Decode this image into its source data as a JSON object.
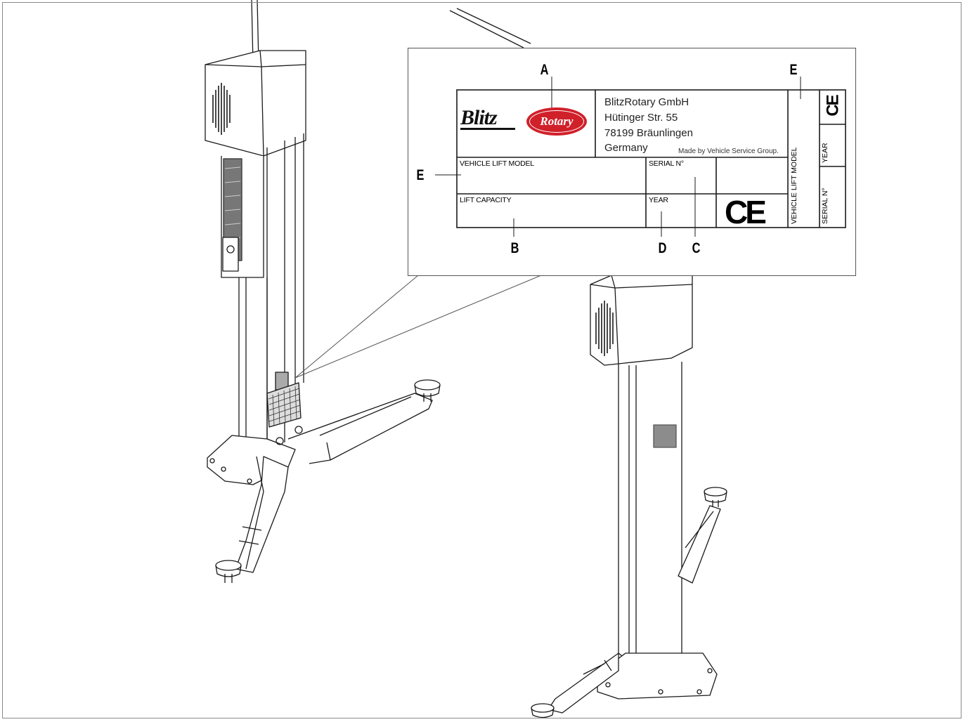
{
  "plate": {
    "company": "BlitzRotary GmbH",
    "street": "Hütinger Str. 55",
    "city": "78199 Bräunlingen",
    "country": "Germany",
    "made_by": "Made by Vehicle Service Group.",
    "logo_blitz": "Blitz",
    "logo_rotary": "Rotary",
    "field_model": "VEHICLE LIFT MODEL",
    "field_serial": "SERIAL N°",
    "field_capacity": "LIFT CAPACITY",
    "field_year": "YEAR",
    "side_model": "VEHICLE LIFT MODEL",
    "side_year": "YEAR",
    "side_serial": "SERIAL N°",
    "ce_mark": "CE"
  },
  "callouts": {
    "a": "A",
    "b": "B",
    "c": "C",
    "d": "D",
    "e_top": "E",
    "e_left": "E"
  },
  "colors": {
    "line": "#1a1a1a",
    "rotary_red": "#d0202a",
    "plate_grey": "#8c8c8c"
  }
}
